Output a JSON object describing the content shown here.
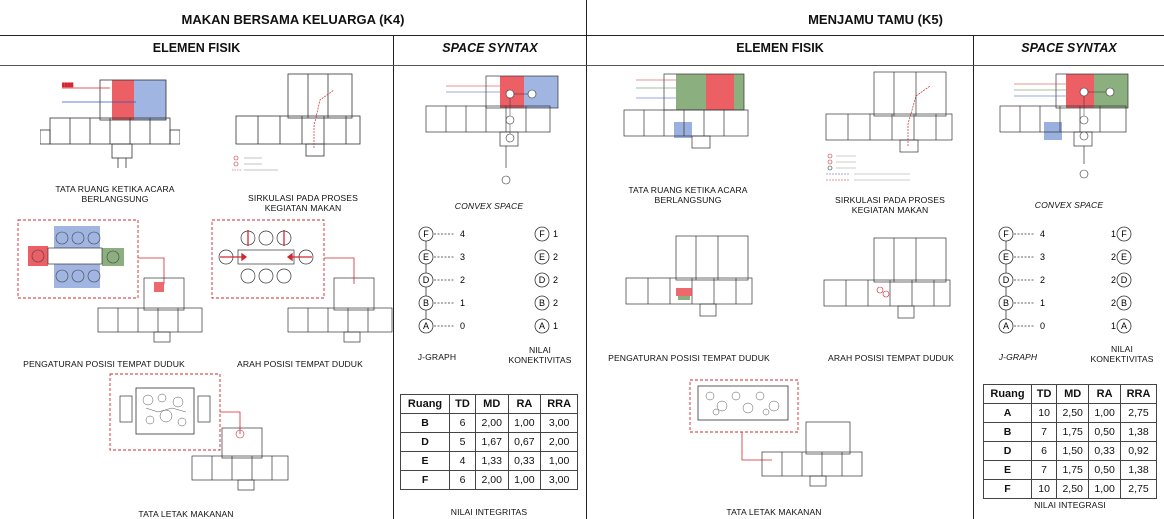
{
  "sections": {
    "k4_title": "MAKAN BERSAMA KELUARGA (K4)",
    "k5_title": "MENJAMU TAMU (K5)"
  },
  "k4": {
    "col1_title": "ELEMEN FISIK",
    "col2_title": "SPACE SYNTAX",
    "captions": {
      "tata_ruang_1": "TATA RUANG KETIKA ACARA",
      "tata_ruang_2": "BERLANGSUNG",
      "sirkulasi_1": "SIRKULASI PADA PROSES",
      "sirkulasi_2": "KEGIATAN MAKAN",
      "pengaturan": "PENGATURAN POSISI TEMPAT DUDUK",
      "arah": "ARAH POSISI TEMPAT DUDUK",
      "tata_letak": "TATA LETAK MAKANAN",
      "convex": "CONVEX SPACE",
      "jgraph": "J-GRAPH",
      "nilai_kon_1": "NILAI",
      "nilai_kon_2": "KONEKTIVITAS",
      "nilai_int": "NILAI INTEGRITAS"
    },
    "jgraph_nodes": [
      {
        "node": "F",
        "depth": "4",
        "kon": "1"
      },
      {
        "node": "E",
        "depth": "3",
        "kon": "2"
      },
      {
        "node": "D",
        "depth": "2",
        "kon": "2"
      },
      {
        "node": "B",
        "depth": "1",
        "kon": "2"
      },
      {
        "node": "A",
        "depth": "0",
        "kon": "1"
      }
    ],
    "table": {
      "headers": [
        "Ruang",
        "TD",
        "MD",
        "RA",
        "RRA"
      ],
      "rows": [
        [
          "B",
          "6",
          "2,00",
          "1,00",
          "3,00"
        ],
        [
          "D",
          "5",
          "1,67",
          "0,67",
          "2,00"
        ],
        [
          "E",
          "4",
          "1,33",
          "0,33",
          "1,00"
        ],
        [
          "F",
          "6",
          "2,00",
          "1,00",
          "3,00"
        ]
      ]
    }
  },
  "k5": {
    "col1_title": "ELEMEN FISIK",
    "col2_title": "SPACE SYNTAX",
    "captions": {
      "tata_ruang_1": "TATA RUANG KETIKA ACARA",
      "tata_ruang_2": "BERLANGSUNG",
      "sirkulasi_1": "SIRKULASI PADA PROSES",
      "sirkulasi_2": "KEGIATAN MAKAN",
      "pengaturan": "PENGATURAN POSISI TEMPAT DUDUK",
      "arah": "ARAH POSISI TEMPAT DUDUK",
      "tata_letak": "TATA LETAK MAKANAN",
      "convex": "CONVEX SPACE",
      "jgraph": "J-GRAPH",
      "nilai_kon_1": "NILAI",
      "nilai_kon_2": "KONEKTIVITAS",
      "nilai_int": "NILAI INTEGRASI"
    },
    "jgraph_nodes": [
      {
        "node": "F",
        "depth": "4",
        "kon": "1"
      },
      {
        "node": "E",
        "depth": "3",
        "kon": "2"
      },
      {
        "node": "D",
        "depth": "2",
        "kon": "2"
      },
      {
        "node": "B",
        "depth": "1",
        "kon": "2"
      },
      {
        "node": "A",
        "depth": "0",
        "kon": "1"
      }
    ],
    "table": {
      "headers": [
        "Ruang",
        "TD",
        "MD",
        "RA",
        "RRA"
      ],
      "rows": [
        [
          "A",
          "10",
          "2,50",
          "1,00",
          "2,75"
        ],
        [
          "B",
          "7",
          "1,75",
          "0,50",
          "1,38"
        ],
        [
          "D",
          "6",
          "1,50",
          "0,33",
          "0,92"
        ],
        [
          "E",
          "7",
          "1,75",
          "0,50",
          "1,38"
        ],
        [
          "F",
          "10",
          "2,50",
          "1,00",
          "2,75"
        ]
      ]
    }
  },
  "colors": {
    "red_zone": "#e8434a",
    "blue_zone": "#8fa8dc",
    "green_zone": "#7fa672",
    "dashed_red": "#d0282e"
  }
}
